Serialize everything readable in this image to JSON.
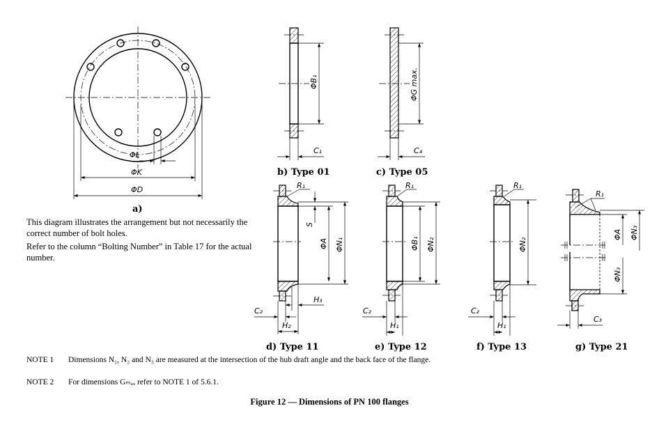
{
  "labels": {
    "phi_L": "ΦL",
    "phi_K": "ΦK",
    "phi_D": "ΦD",
    "phi_B1": "ΦB₁",
    "C1": "C₁",
    "phi_Gmax": "ΦG max.",
    "C4": "C₄",
    "R1": "R₁",
    "S": "S",
    "phi_A": "ΦA",
    "phi_N1": "ΦN₁",
    "phi_N2": "ΦN₂",
    "phi_N3": "ΦN₃",
    "C2": "C₂",
    "C3": "C₃",
    "H1": "H₁",
    "H2": "H₂",
    "H3": "H₃"
  },
  "captions": {
    "a": "a)",
    "b": "b) Type 01",
    "c": "c) Type 05",
    "d": "d) Type 11",
    "e": "e) Type 12",
    "f": "f) Type 13",
    "g": "g) Type 21"
  },
  "description": {
    "line1": "This diagram illustrates the arrangement but not necessarily the correct number of bolt holes.",
    "line2": "Refer to the column “Bolting Number” in Table 17 for the actual number."
  },
  "notes": [
    {
      "key": "NOTE 1",
      "text": "Dimensions N₁, N₂ and N₃ are measured at the intersection of the hub draft angle and the back face of the flange."
    },
    {
      "key": "NOTE 2",
      "text": "For dimensions Gₘₐₓ refer to NOTE 1 of 5.6.1."
    }
  ],
  "figure_caption": "Figure 12 — Dimensions of PN 100 flanges"
}
